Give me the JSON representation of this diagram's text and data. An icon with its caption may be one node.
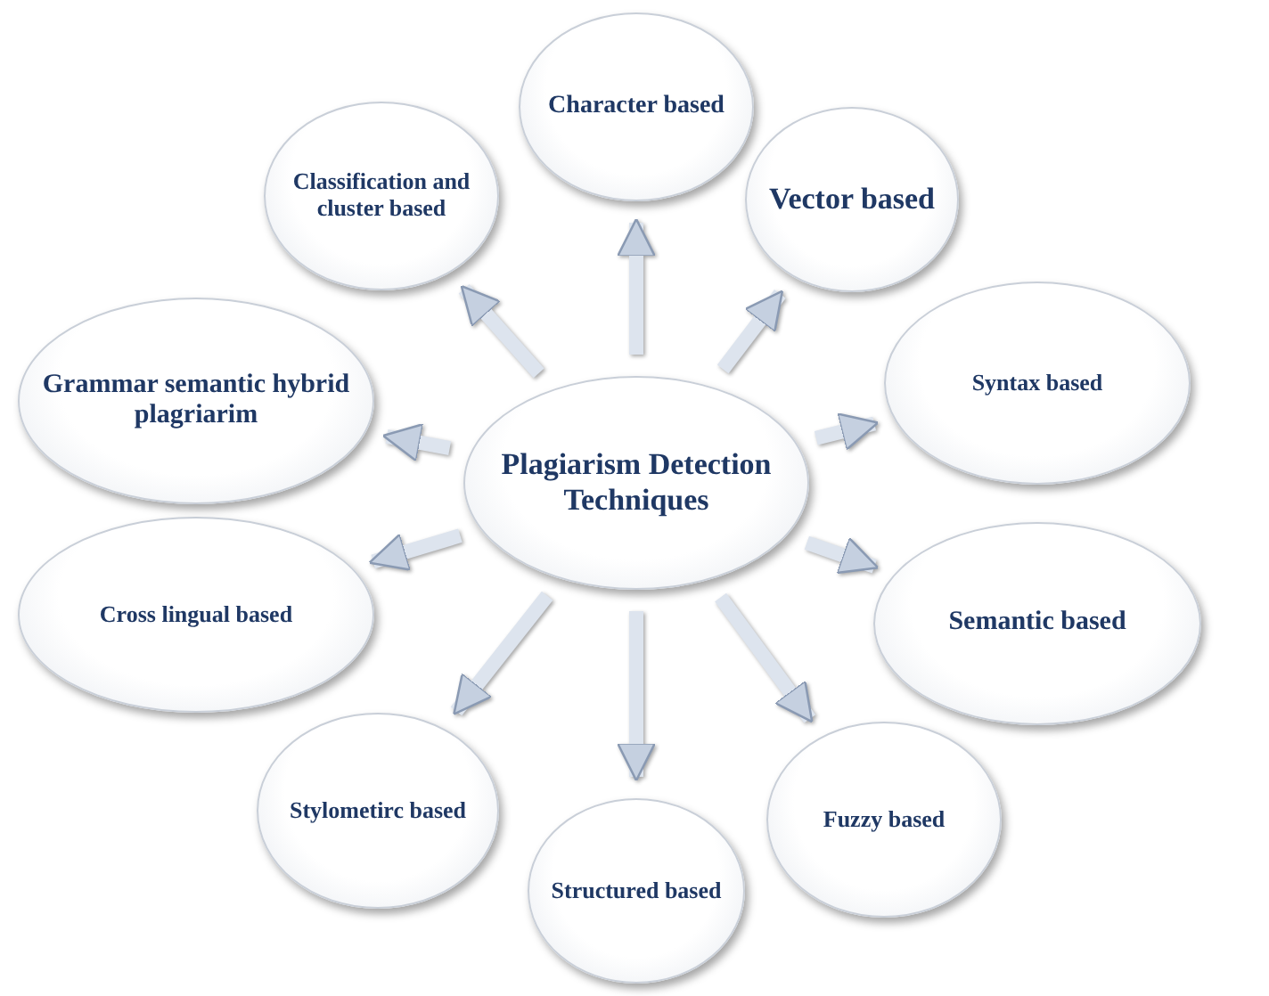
{
  "diagram": {
    "nodes": [
      {
        "text": [
          "Plagiarism Detection Techniques"
        ]
      },
      {
        "text": [
          "Character based"
        ]
      },
      {
        "text": [
          "Vector based"
        ]
      },
      {
        "text": [
          "Syntax based"
        ]
      },
      {
        "text": [
          "Semantic based"
        ]
      },
      {
        "text": [
          "Fuzzy based"
        ]
      },
      {
        "text": [
          "Structured based"
        ]
      },
      {
        "text": [
          "Stylometirc based"
        ]
      },
      {
        "text": [
          "Cross lingual based"
        ]
      },
      {
        "text": [
          "Grammar semantic hybrid plagriarim"
        ]
      },
      {
        "text": [
          "Classification and cluster based"
        ]
      }
    ],
    "edges": [
      {
        "from": 0,
        "to": 1,
        "arrow": "to"
      },
      {
        "from": 0,
        "to": 2,
        "arrow": "to"
      },
      {
        "from": 0,
        "to": 3,
        "arrow": "to"
      },
      {
        "from": 0,
        "to": 4,
        "arrow": "to"
      },
      {
        "from": 0,
        "to": 5,
        "arrow": "to"
      },
      {
        "from": 0,
        "to": 6,
        "arrow": "to"
      },
      {
        "from": 0,
        "to": 7,
        "arrow": "to"
      },
      {
        "from": 0,
        "to": 8,
        "arrow": "to"
      },
      {
        "from": 0,
        "to": 9,
        "arrow": "to"
      },
      {
        "from": 0,
        "to": 10,
        "arrow": "to"
      }
    ]
  }
}
